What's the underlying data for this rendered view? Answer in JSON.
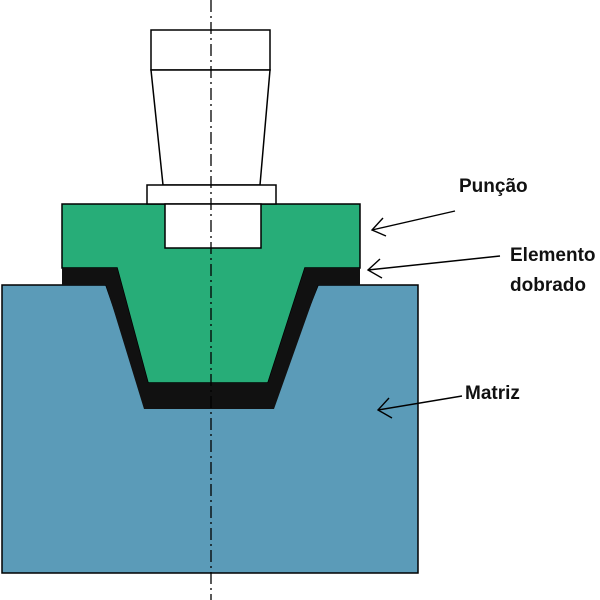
{
  "labels": {
    "punch": "Punção",
    "bent_element_line1": "Elemento",
    "bent_element_line2": "dobrado",
    "die": "Matriz"
  },
  "colors": {
    "die": "#5b9bb8",
    "punch": "#27ad78",
    "bent_element": "#111111",
    "shank": "#ffffff",
    "outline": "#000000",
    "background": "#ffffff"
  }
}
